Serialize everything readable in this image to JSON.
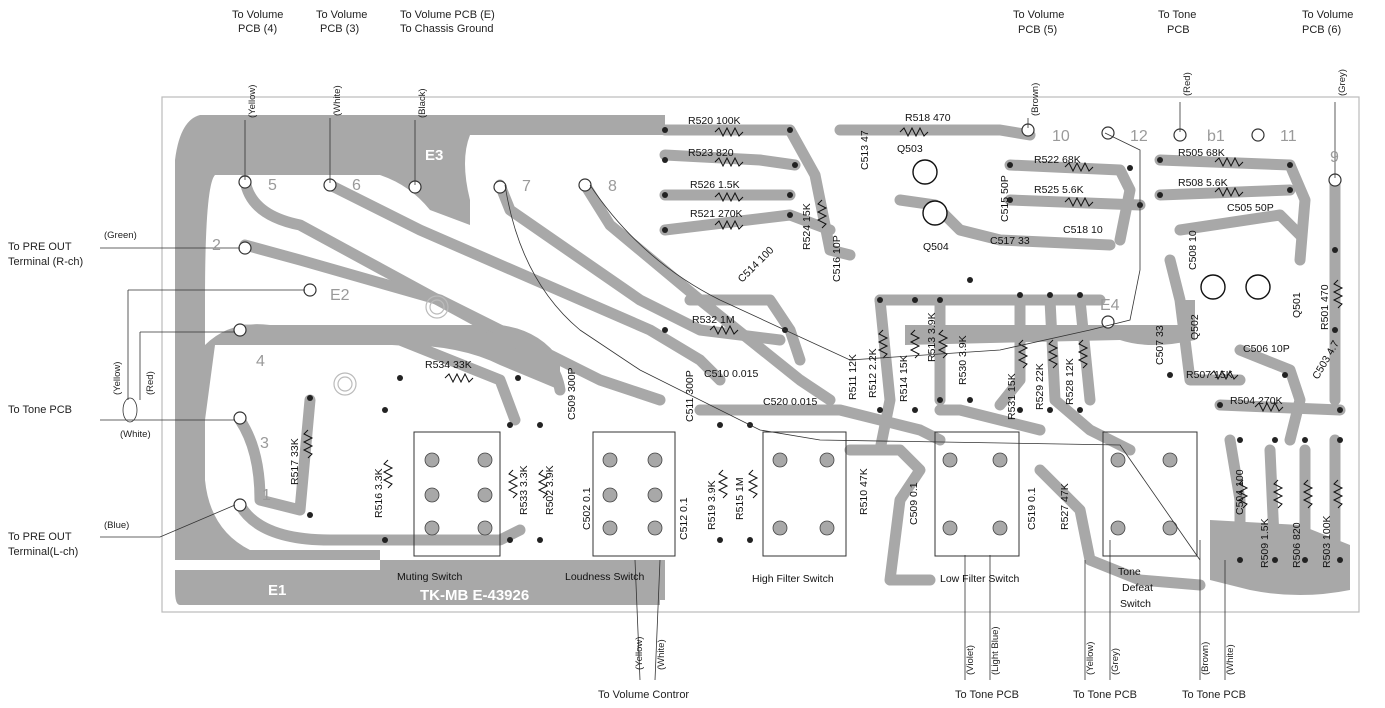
{
  "external_labels": [
    {
      "id": "vol4",
      "lines": [
        "To Volume",
        "PCB (4)"
      ],
      "wire": "(Yellow)"
    },
    {
      "id": "vol3",
      "lines": [
        "To Volume",
        "PCB (3)"
      ],
      "wire": "(White)"
    },
    {
      "id": "vole",
      "lines": [
        "To Volume PCB (E)",
        "To Chassis Ground"
      ],
      "wire": "(Black)"
    },
    {
      "id": "vol5",
      "lines": [
        "To Volume",
        "PCB (5)"
      ],
      "wire": "(Brown)"
    },
    {
      "id": "tone_top",
      "lines": [
        "To  Tone",
        "PCB"
      ],
      "wire": "(Red)"
    },
    {
      "id": "vol6",
      "lines": [
        "To Volume",
        "PCB (6)"
      ],
      "wire": "(Grey)"
    }
  ],
  "left_labels": {
    "pre_out_r": {
      "lines": [
        "To PRE OUT",
        "Terminal (R-ch)"
      ],
      "wire": "(Green)"
    },
    "tone_pcb": {
      "text": "To Tone PCB",
      "wires": [
        "(Yellow)",
        "(Red)",
        "(White)"
      ]
    },
    "pre_out_l": {
      "lines": [
        "To PRE OUT",
        "Terminal(L-ch)"
      ],
      "wire": "(Blue)"
    }
  },
  "bottom_labels": {
    "volume_control": {
      "text": "To Volume Contror",
      "wires": [
        "(Yellow)",
        "(White)"
      ]
    },
    "tone1": {
      "text": "To  Tone  PCB",
      "wires": [
        "(Violet)",
        "(Light Blue)"
      ]
    },
    "tone2": {
      "text": "To  Tone  PCB",
      "wires": [
        "(Yellow)",
        "(Grey)"
      ]
    },
    "tone3": {
      "text": "To  Tone  PCB",
      "wires": [
        "(Brown)",
        "(White)"
      ]
    }
  },
  "pads": [
    "5",
    "6",
    "E3",
    "7",
    "8",
    "2",
    "E2",
    "4",
    "3",
    "1",
    "E1",
    "10",
    "12",
    "b1",
    "11",
    "9",
    "E4"
  ],
  "board_text": "TK-MB   E-43926",
  "switches": [
    "Muting  Switch",
    "Loudness  Switch",
    "High Filter Switch",
    "Low  Filter Switch",
    "Tone\nDefeat\nSwitch"
  ],
  "switch_lines": {
    "tone_defeat": [
      "Tone",
      "Defeat",
      "Switch"
    ]
  },
  "components": [
    "R520  100K",
    "R523  820",
    "R526  1.5K",
    "R521  270K",
    "R518  470",
    "C513 47",
    "Q503",
    "Q504",
    "C515 50P",
    "C517 33",
    "R522  68K",
    "R525  5.6K",
    "C518  10",
    "R505  68K",
    "R508  5.6K",
    "C505 50P",
    "C508 10",
    "Q502",
    "Q501",
    "R501 470",
    "R524 15K",
    "C516 10P",
    "C514 100",
    "R532  1M",
    "R534  33K",
    "C510 0.015",
    "C520 0.015",
    "C509 300P",
    "C511 300P",
    "R511 12K",
    "R512 2.2K",
    "R514 15K",
    "R513 3.9K",
    "R530 3.9K",
    "R531 15K",
    "R529 22K",
    "R528 12K",
    "C507 33",
    "C506 10P",
    "C503 4.7",
    "R507  15K",
    "R504  270K",
    "R517 33K",
    "R516  3.3K",
    "R533 3.3K",
    "R502 3.9K",
    "C502 0.1",
    "C512 0.1",
    "R519 3.9K",
    "R515 1M",
    "R510 47K",
    "C509 0.1",
    "C519 0.1",
    "R527 47K",
    "C504 100",
    "R509 1.5K",
    "R506 820",
    "R503 100K"
  ]
}
